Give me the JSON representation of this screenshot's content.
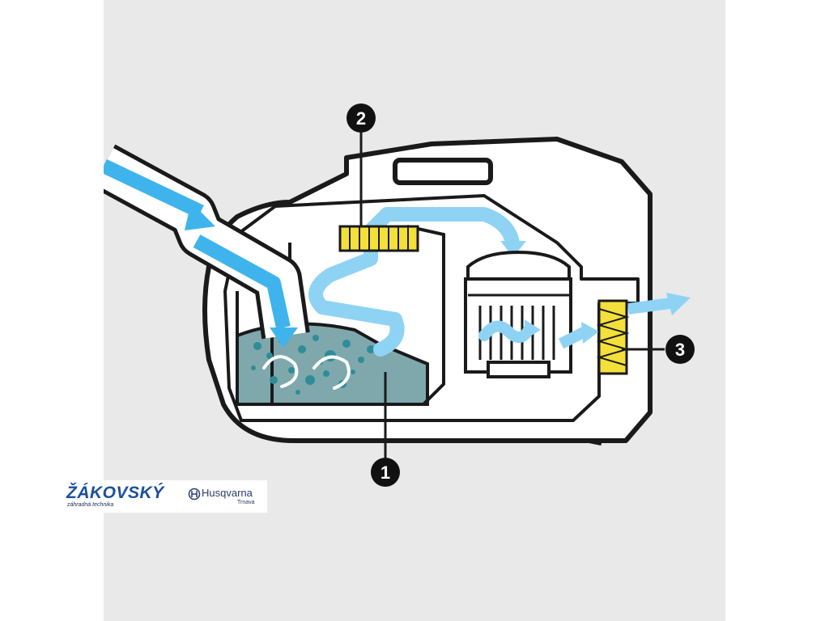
{
  "colors": {
    "background": "#e9e9e9",
    "outline": "#1a1a1a",
    "airflow": "#8fd3f4",
    "airflow_inlet": "#3fb4ec",
    "water": "#7fa8ad",
    "filter_yellow": "#f3e03a",
    "logo_blue": "#1b4f9c"
  },
  "callouts": [
    {
      "id": "1",
      "label": "1"
    },
    {
      "id": "2",
      "label": "2"
    },
    {
      "id": "3",
      "label": "3"
    }
  ],
  "logos": {
    "zakovsky": {
      "name": "ŽÁKOVSKÝ",
      "tagline": "záhradná technika"
    },
    "husqvarna": {
      "name": "Husqvarna",
      "sub": "Trnava"
    }
  }
}
